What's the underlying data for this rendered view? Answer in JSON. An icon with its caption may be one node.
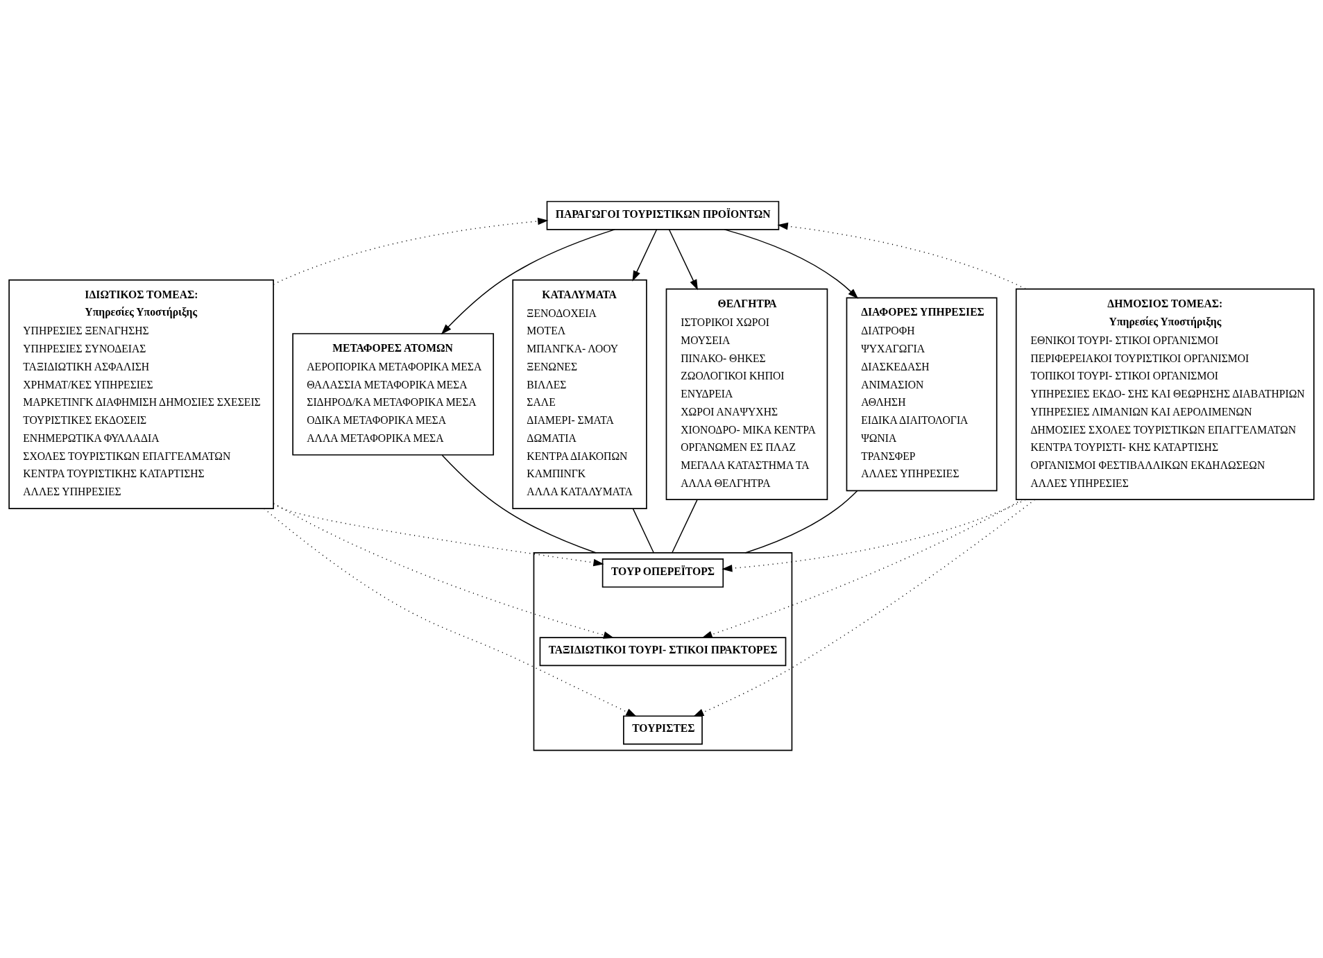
{
  "diagram": {
    "nodes": [
      {
        "text": [
          "ΠΑΡΑΓΩΓΟΙ ΤΟΥΡΙΣΤΙΚΩΝ ΠΡΟΪΟΝΤΩΝ"
        ]
      },
      {
        "text": [
          "ΙΔΙΩΤΙΚΟΣ ΤΟΜΕΑΣ:",
          "Υπηρεσίες Υποστήριξης",
          "ΥΠΗΡΕΣΙΕΣ ΞΕΝΑΓΗΣΗΣ",
          "ΥΠΗΡΕΣΙΕΣ ΣΥΝΟΔΕΙΑΣ",
          "ΤΑΞΙΔΙΩΤΙΚΗ ΑΣΦΑΛΙΣΗ",
          "ΧΡΗΜΑΤ/ΚΕΣ ΥΠΗΡΕΣΙΕΣ",
          "ΜΑΡΚΕΤΙΝΓΚ ΔΙΑΦΗΜΙΣΗ ΔΗΜΟΣΙΕΣ ΣΧΕΣΕΙΣ",
          "ΤΟΥΡΙΣΤΙΚΕΣ ΕΚΔΟΣΕΙΣ",
          "ΕΝΗΜΕΡΩΤΙΚΑ ΦΥΛΛΑΔΙΑ",
          "ΣΧΟΛΕΣ ΤΟΥΡΙΣΤΙΚΩΝ ΕΠΑΓΓΕΛΜΑΤΩΝ",
          "ΚΕΝΤΡΑ ΤΟΥΡΙΣΤΙΚΗΣ ΚΑΤΑΡΤΙΣΗΣ",
          "ΑΛΛΕΣ ΥΠΗΡΕΣΙΕΣ"
        ]
      },
      {
        "text": [
          "ΜΕΤΑΦΟΡΕΣ ΑΤΟΜΩΝ",
          "ΑΕΡΟΠΟΡΙΚΑ ΜΕΤΑΦΟΡΙΚΑ ΜΕΣΑ",
          "ΘΑΛΑΣΣΙΑ ΜΕΤΑΦΟΡΙΚΑ ΜΕΣΑ",
          "ΣΙΔΗΡΟΔ/ΚΑ ΜΕΤΑΦΟΡΙΚΑ ΜΕΣΑ",
          "ΟΔΙΚΑ ΜΕΤΑΦΟΡΙΚΑ ΜΕΣΑ",
          "ΑΛΛΑ ΜΕΤΑΦΟΡΙΚΑ ΜΕΣΑ"
        ]
      },
      {
        "text": [
          "ΚΑΤΑΛΥΜΑΤΑ",
          "ΞΕΝΟΔΟΧΕΙΑ",
          "ΜΟΤΕΛ",
          "ΜΠΑΝΓΚΑ- ΛΟΟΥ",
          "ΞΕΝΩΝΕΣ",
          "ΒΙΛΛΕΣ",
          "ΣΑΛΕ",
          "ΔΙΑΜΕΡΙ- ΣΜΑΤΑ",
          "ΔΩΜΑΤΙΑ",
          "ΚΕΝΤΡΑ ΔΙΑΚΟΠΩΝ",
          "ΚΑΜΠΙΝΓΚ",
          "ΑΛΛΑ ΚΑΤΑΛΥΜΑΤΑ"
        ]
      },
      {
        "text": [
          "ΘΕΛΓΗΤΡΑ",
          "ΙΣΤΟΡΙΚΟΙ ΧΩΡΟΙ",
          "ΜΟΥΣΕΙΑ",
          "ΠΙΝΑΚΟ- ΘΗΚΕΣ",
          "ΖΩΟΛΟΓΙΚΟΙ ΚΗΠΟΙ",
          "ΕΝΥΔΡΕΙΑ",
          "ΧΩΡΟΙ ΑΝΑΨΥΧΗΣ",
          "ΧΙΟΝΟΔΡΟ- ΜΙΚΑ ΚΕΝΤΡΑ",
          "ΟΡΓΑΝΩΜΕΝ ΕΣ ΠΛΑΖ",
          "ΜΕΓΑΛΑ ΚΑΤΑΣΤΗΜΑ ΤΑ",
          "ΑΛΛΑ ΘΕΛΓΗΤΡΑ"
        ]
      },
      {
        "text": [
          "ΔΙΑΦΟΡΕΣ ΥΠΗΡΕΣΙΕΣ",
          "ΔΙΑΤΡΟΦΗ",
          "ΨΥΧΑΓΩΓΙΑ",
          "ΔΙΑΣΚΕΔΑΣΗ",
          "ΑΝΙΜΑΣΙΟΝ",
          "ΑΘΛΗΣΗ",
          "ΕΙΔΙΚΑ ΔΙΑΙΤΟΛΟΓΙΑ",
          "ΨΩΝΙΑ",
          "ΤΡΑΝΣΦΕΡ",
          "ΑΛΛΕΣ ΥΠΗΡΕΣΙΕΣ"
        ]
      },
      {
        "text": [
          "ΔΗΜΟΣΙΟΣ ΤΟΜΕΑΣ:",
          "Υπηρεσίες Υποστήριξης",
          "ΕΘΝΙΚΟΙ ΤΟΥΡΙ- ΣΤΙΚΟΙ ΟΡΓΑΝΙΣΜΟΙ",
          "ΠΕΡΙΦΕΡΕΙΑΚΟΙ ΤΟΥΡΙΣΤΙΚΟΙ ΟΡΓΑΝΙΣΜΟΙ",
          "ΤΟΠΙΚΟΙ ΤΟΥΡΙ- ΣΤΙΚΟΙ ΟΡΓΑΝΙΣΜΟΙ",
          "ΥΠΗΡΕΣΙΕΣ ΕΚΔΟ- ΣΗΣ ΚΑΙ ΘΕΩΡΗΣΗΣ ΔΙΑΒΑΤΗΡΙΩΝ",
          "ΥΠΗΡΕΣΙΕΣ ΛΙΜΑΝΙΩΝ ΚΑΙ ΑΕΡΟΛΙΜΕΝΩΝ",
          "ΔΗΜΟΣΙΕΣ ΣΧΟΛΕΣ ΤΟΥΡΙΣΤΙΚΩΝ ΕΠΑΓΓΕΛΜΑΤΩΝ",
          "ΚΕΝΤΡΑ ΤΟΥΡΙΣΤΙ- ΚΗΣ ΚΑΤΑΡΤΙΣΗΣ",
          "ΟΡΓΑΝΙΣΜΟΙ ΦΕΣΤΙΒΑΛΛΙΚΩΝ ΕΚΔΗΛΩΣΕΩΝ",
          "ΑΛΛΕΣ ΥΠΗΡΕΣΙΕΣ"
        ]
      },
      {
        "text": [],
        "shape": "box"
      },
      {
        "text": [
          "ΤΟΥΡ ΟΠΕΡΕΪΤΟΡΣ"
        ],
        "in": 7
      },
      {
        "text": [
          "ΤΑΞΙΔΙΩΤΙΚΟΙ ΤΟΥΡΙ- ΣΤΙΚΟΙ ΠΡΑΚΤΟΡΕΣ"
        ],
        "in": 7
      },
      {
        "text": [
          "ΤΟΥΡΙΣΤΕΣ"
        ],
        "in": 7
      }
    ],
    "edges": [
      {
        "from": 1,
        "to": 0,
        "arrow": "to",
        "style": "dashed"
      },
      {
        "from": 6,
        "to": 0,
        "arrow": "to",
        "style": "dashed"
      },
      {
        "from": 0,
        "to": 2,
        "arrow": "to"
      },
      {
        "from": 0,
        "to": 3,
        "arrow": "to"
      },
      {
        "from": 0,
        "to": 4,
        "arrow": "to"
      },
      {
        "from": 0,
        "to": 5,
        "arrow": "to"
      },
      {
        "from": 2,
        "to": 7,
        "arrow": "none"
      },
      {
        "from": 3,
        "to": 7,
        "arrow": "none"
      },
      {
        "from": 4,
        "to": 7,
        "arrow": "none"
      },
      {
        "from": 5,
        "to": 7,
        "arrow": "none"
      },
      {
        "from": 1,
        "to": 8,
        "arrow": "to",
        "style": "dashed"
      },
      {
        "from": 1,
        "to": 9,
        "arrow": "to",
        "style": "dashed"
      },
      {
        "from": 1,
        "to": 10,
        "arrow": "to",
        "style": "dashed"
      },
      {
        "from": 6,
        "to": 8,
        "arrow": "to",
        "style": "dashed"
      },
      {
        "from": 6,
        "to": 9,
        "arrow": "to",
        "style": "dashed"
      },
      {
        "from": 6,
        "to": 10,
        "arrow": "to",
        "style": "dashed"
      }
    ]
  }
}
